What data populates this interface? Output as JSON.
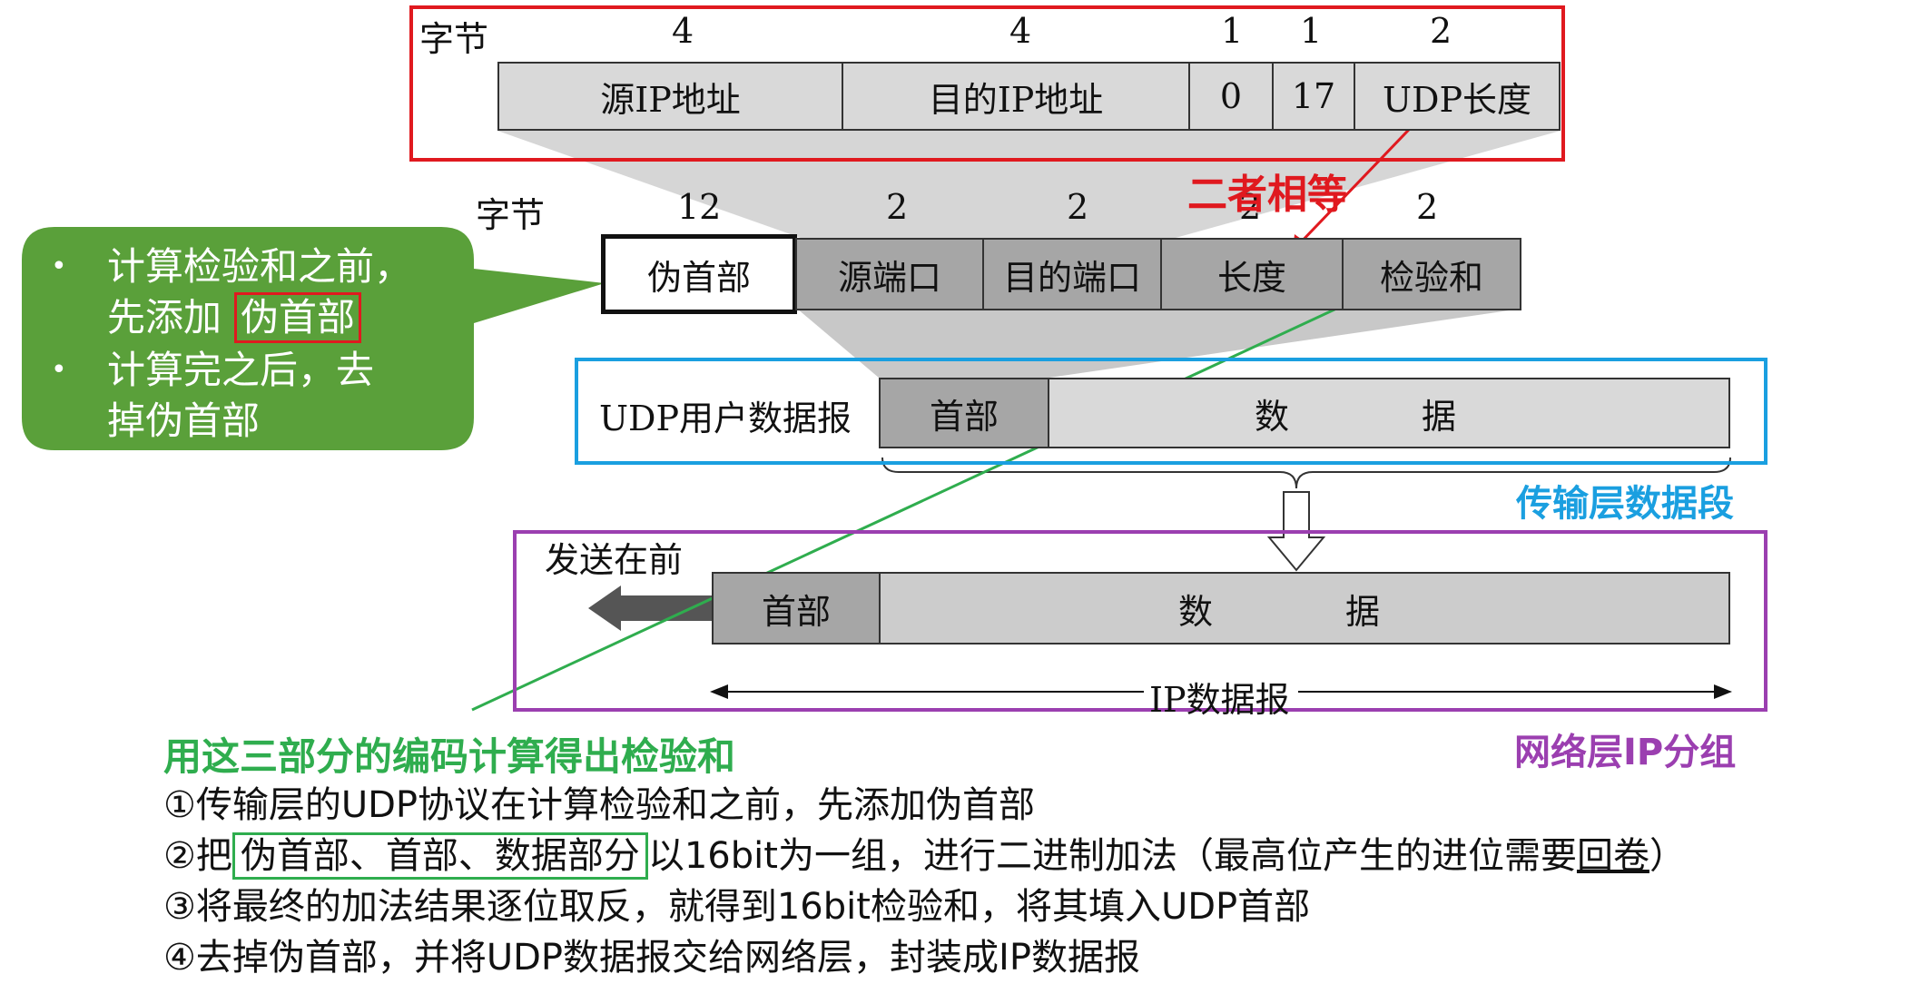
{
  "ip_pseudo_header": {
    "byte_label": "字节",
    "sizes": [
      "4",
      "4",
      "1",
      "1",
      "2"
    ],
    "fields": [
      "源IP地址",
      "目的IP地址",
      "0",
      "17",
      "UDP长度"
    ]
  },
  "udp_header": {
    "byte_label": "字节",
    "sizes": [
      "12",
      "2",
      "2",
      "2",
      "2"
    ],
    "fields": [
      "伪首部",
      "源端口",
      "目的端口",
      "长度",
      "检验和"
    ]
  },
  "udp_datagram": {
    "label": "UDP用户数据报",
    "header": "首部",
    "data_a": "数",
    "data_b": "据"
  },
  "ip_packet": {
    "send_first": "发送在前",
    "header": "首部",
    "data_a": "数",
    "data_b": "据",
    "span_label": "IP数据报"
  },
  "annotations": {
    "equal": "二者相等",
    "transport_segment": "传输层数据段",
    "network_packet": "网络层IP分组",
    "green_title": "用这三部分的编码计算得出检验和"
  },
  "bubble": {
    "item1_line1": "计算检验和之前，",
    "item1_line2a": "先添加",
    "item1_line2b": "伪首部",
    "item2_line1": "计算完之后，去",
    "item2_line2": "掉伪首部",
    "bullet": "•"
  },
  "steps": {
    "s1": "①传输层的UDP协议在计算检验和之前，先添加伪首部",
    "s2_a": "②把",
    "s2_b": "伪首部、首部、数据部分",
    "s2_c": "以16bit为一组，进行二进制加法（最高位产生的进位需要",
    "s2_d": "回卷",
    "s2_e": "）",
    "s3": "③将最终的加法结果逐位取反，就得到16bit检验和，将其填入UDP首部",
    "s4": "④去掉伪首部，并将UDP数据报交给网络层，封装成IP数据报"
  },
  "colors": {
    "red": "#e0191f",
    "blue": "#1a9fe0",
    "purple": "#9b3fb0",
    "green": "#2fad4e",
    "bubble": "#5aa03a"
  }
}
